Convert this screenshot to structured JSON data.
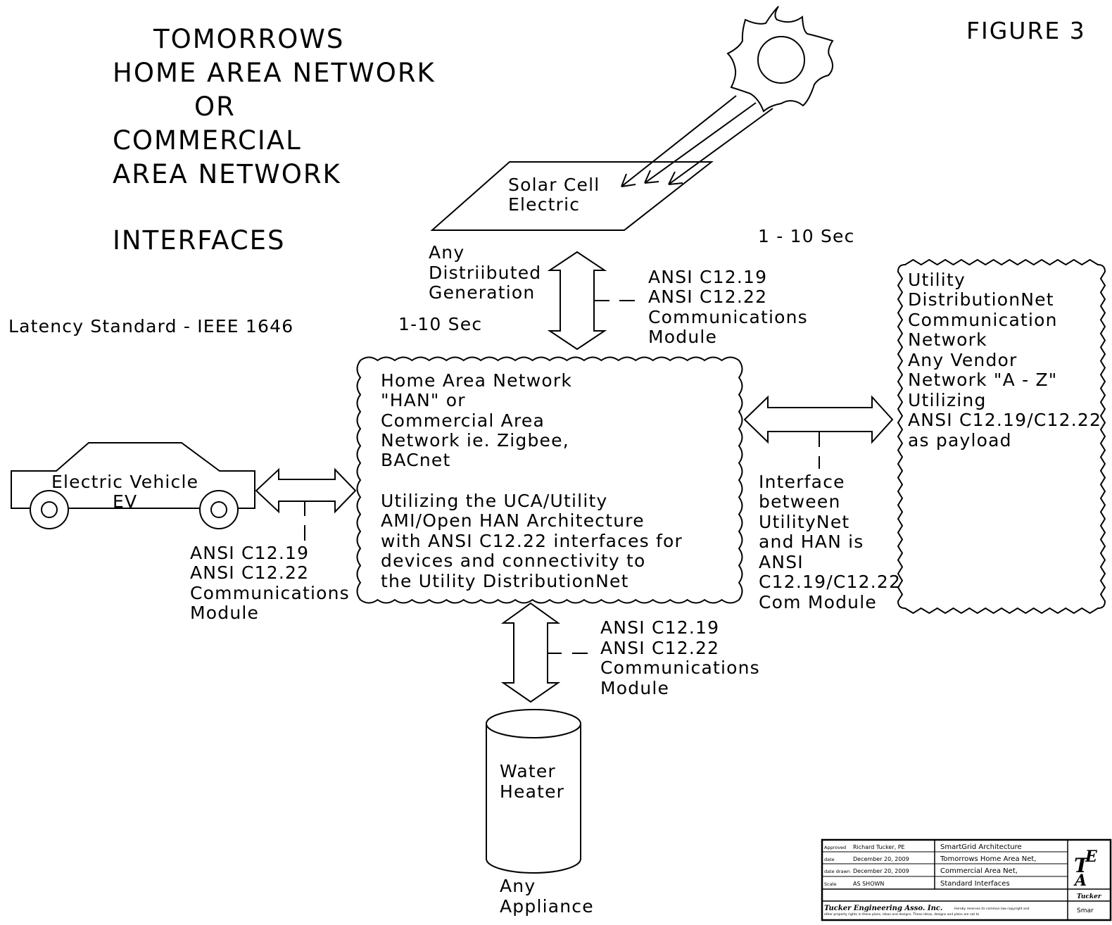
{
  "title_lines": [
    "TOMORROWS",
    "HOME AREA NETWORK",
    "OR",
    "COMMERCIAL",
    "AREA NETWORK"
  ],
  "subtitle": "INTERFACES",
  "figure_label": "FIGURE 3",
  "latency_standard": "Latency Standard - IEEE 1646",
  "latency_left": "1-10 Sec",
  "latency_right": "1 - 10 Sec",
  "solar": {
    "lines": [
      "Solar Cell",
      "Electric"
    ]
  },
  "generation": {
    "lines": [
      "Any",
      "Distriibuted",
      "Generation"
    ]
  },
  "top_module": {
    "lines": [
      "ANSI C12.19",
      "ANSI C12.22",
      "Communications",
      "Module"
    ]
  },
  "han": {
    "lines": [
      "Home Area Network",
      "\"HAN\" or",
      "Commercial Area",
      "Network ie. Zigbee,",
      "BACnet",
      "",
      "Utilizing the UCA/Utility",
      "AMI/Open HAN Architecture",
      "with ANSI C12.22 interfaces for",
      "devices and connectivity to",
      "the Utility DistributionNet"
    ]
  },
  "utility": {
    "lines": [
      "Utility",
      "DistributionNet",
      "Communication",
      "Network",
      "Any Vendor",
      "Network \"A - Z\"",
      "Utilizing",
      "ANSI C12.19/C12.22",
      "as payload"
    ]
  },
  "interface": {
    "lines": [
      "Interface",
      "between",
      "UtilityNet",
      "and HAN is",
      "ANSI",
      "C12.19/C12.22",
      "Com Module"
    ]
  },
  "vehicle": {
    "lines": [
      "Electric Vehicle",
      "EV"
    ]
  },
  "ev_module": {
    "lines": [
      "ANSI C12.19",
      "ANSI C12.22",
      "Communications",
      "Module"
    ]
  },
  "bottom_module": {
    "lines": [
      "ANSI C12.19",
      "ANSI C12.22",
      "Communications",
      "Module"
    ]
  },
  "heater": {
    "lines": [
      "Water",
      "Heater"
    ]
  },
  "appliance": {
    "lines": [
      "Any",
      "Appliance"
    ]
  },
  "title_block": {
    "rows": [
      {
        "label": "Approved",
        "value": "Richard Tucker, PE",
        "desc": "SmartGrid Architecture"
      },
      {
        "label": "date",
        "value": "December 20, 2009",
        "desc": "Tomorrows Home Area Net,"
      },
      {
        "label": "date drawn",
        "value": "December 20, 2009",
        "desc": "Commercial Area Net,"
      },
      {
        "label": "Scale",
        "value": "AS SHOWN",
        "desc": "Standard Interfaces"
      }
    ],
    "company": "Tucker Engineering Asso. Inc.",
    "notice_lines": [
      "Hereby reserves its common law copyright and",
      "other property rights in these plans, ideas and designs. These ideas, designs and plans are not to"
    ],
    "logo_top": "T",
    "logo_sub": "E",
    "logo_bottom": "A",
    "corner_name": "Tucker",
    "corner_sub": "Smar"
  }
}
